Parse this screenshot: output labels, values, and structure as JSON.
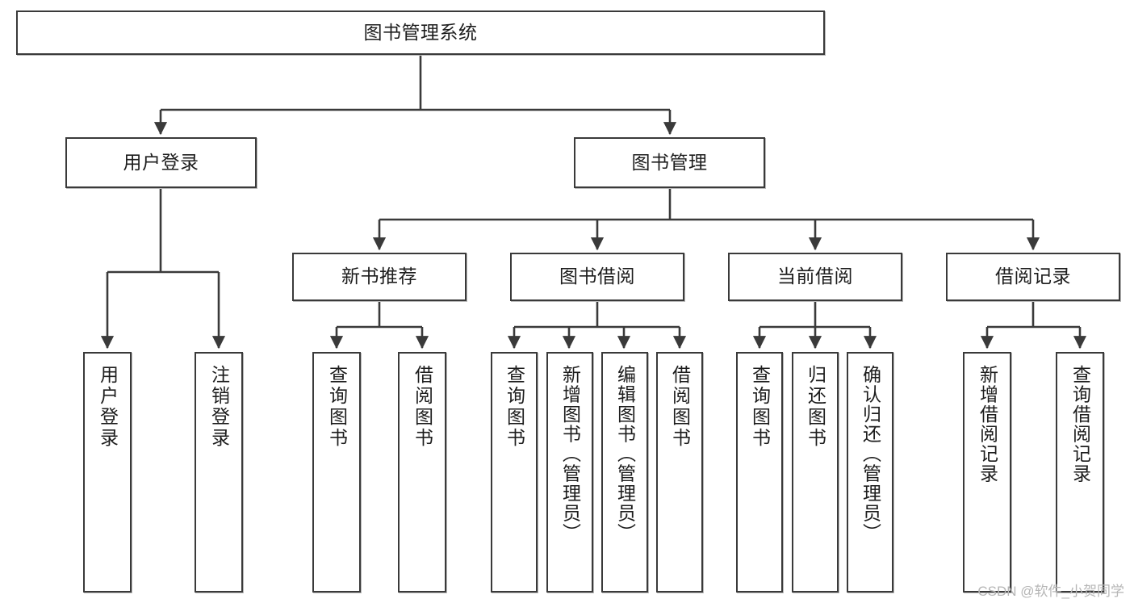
{
  "diagram": {
    "title": "图书管理系统",
    "type": "tree-hierarchy-chart",
    "watermark": "CSDN @软件_小贺同学",
    "colors": {
      "box_border": "#3a3a3a",
      "box_fill": "#ffffff",
      "connector": "#3a3a3a",
      "text": "#1d1d1d",
      "watermark": "#b6b6b6",
      "background": "#ffffff"
    },
    "root": {
      "label": "图书管理系统"
    },
    "level2": [
      {
        "label": "用户登录"
      },
      {
        "label": "图书管理"
      }
    ],
    "level3": [
      {
        "label": "新书推荐"
      },
      {
        "label": "图书借阅"
      },
      {
        "label": "当前借阅"
      },
      {
        "label": "借阅记录"
      }
    ],
    "leaves": {
      "user_login": [
        {
          "label": "用户登录"
        },
        {
          "label": "注销登录"
        }
      ],
      "new_book_recommend": [
        {
          "label": "查询图书"
        },
        {
          "label": "借阅图书"
        }
      ],
      "book_borrow": [
        {
          "label": "查询图书"
        },
        {
          "label": "新增图书（管理员）"
        },
        {
          "label": "编辑图书（管理员）"
        },
        {
          "label": "借阅图书"
        }
      ],
      "current_borrow": [
        {
          "label": "查询图书"
        },
        {
          "label": "归还图书"
        },
        {
          "label": "确认归还（管理员）"
        }
      ],
      "borrow_record": [
        {
          "label": "新增借阅记录"
        },
        {
          "label": "查询借阅记录"
        }
      ]
    }
  }
}
